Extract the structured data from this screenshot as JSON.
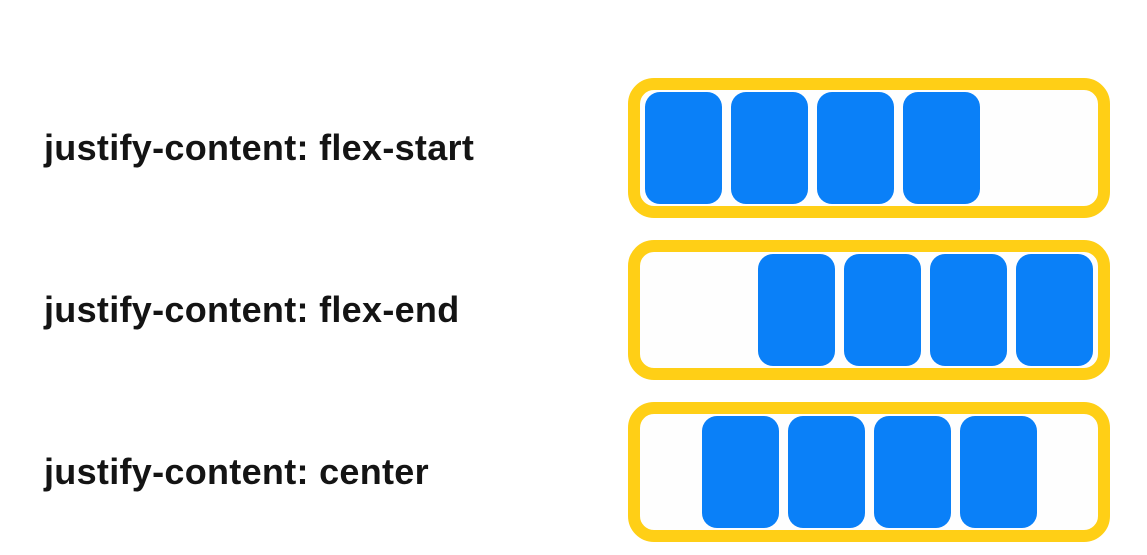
{
  "colors": {
    "background": "#ffffff",
    "label_text": "#141414",
    "container_border": "#ffcf16",
    "container_fill": "#fefefe",
    "item_fill": "#0a80f8"
  },
  "rows": [
    {
      "label": "justify-content: flex-start",
      "justify_value": "flex-start",
      "items": 4
    },
    {
      "label": "justify-content: flex-end",
      "justify_value": "flex-end",
      "items": 4
    },
    {
      "label": "justify-content: center",
      "justify_value": "center",
      "items": 4
    }
  ]
}
